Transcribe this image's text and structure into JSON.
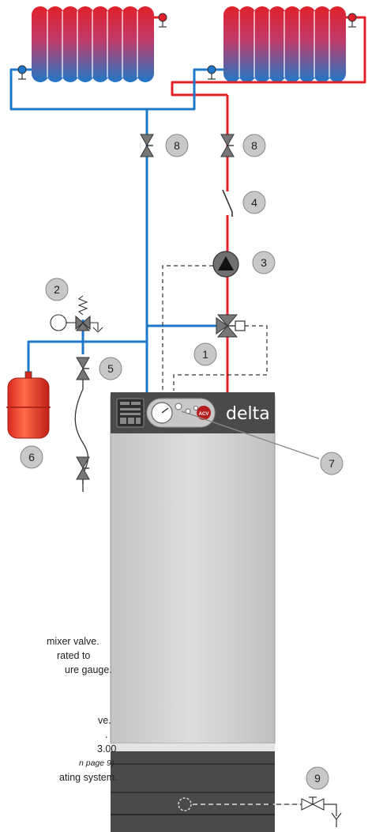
{
  "callouts": [
    "1",
    "2",
    "3",
    "4",
    "5",
    "6",
    "7",
    "8",
    "8",
    "9"
  ],
  "brand": {
    "name": "delta",
    "badge": "ACV"
  },
  "legend_fragments": [
    "mixer valve.",
    "rated to",
    "ure gauge.",
    "ve.",
    ".",
    "3.00",
    "n page 9)",
    "ating system."
  ],
  "colors": {
    "flow_red": "#e0202a",
    "return_blue": "#1f78c8",
    "callout_fill": "#c8c8c8",
    "boiler_body": "#d4d4d4",
    "boiler_base": "#4a4a4a"
  }
}
